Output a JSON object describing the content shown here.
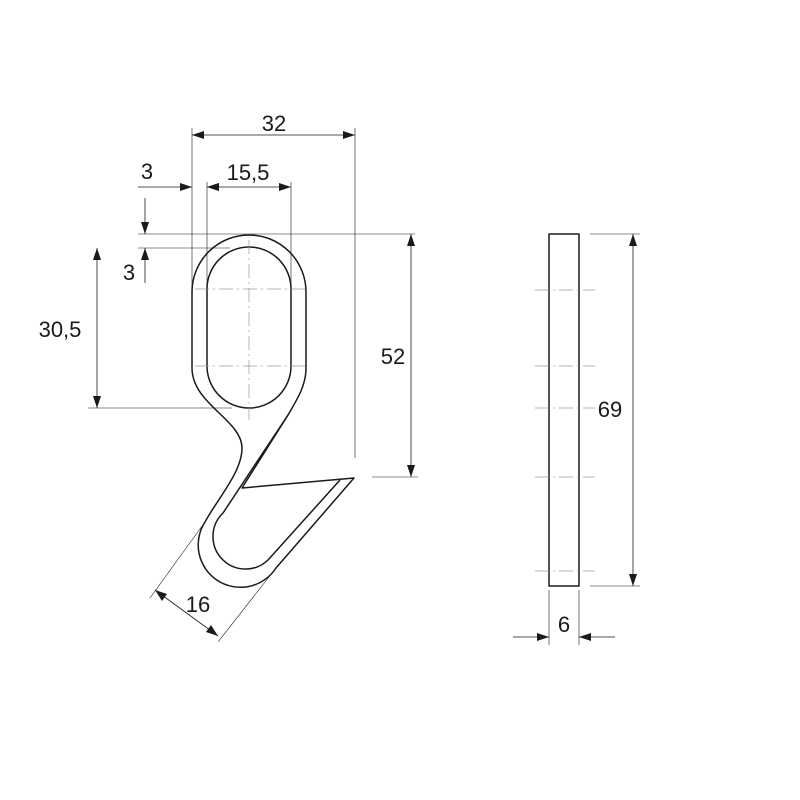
{
  "dimensions": {
    "overall_width": "32",
    "slot_width": "15,5",
    "wall_width": "3",
    "wall_top": "3",
    "slot_length": "30,5",
    "hook_height": "52",
    "hook_bend_width": "16",
    "total_height": "69",
    "thickness": "6"
  },
  "colors": {
    "line": "#1a1a1a",
    "center_line": "#9a9a9a",
    "background": "#ffffff"
  }
}
